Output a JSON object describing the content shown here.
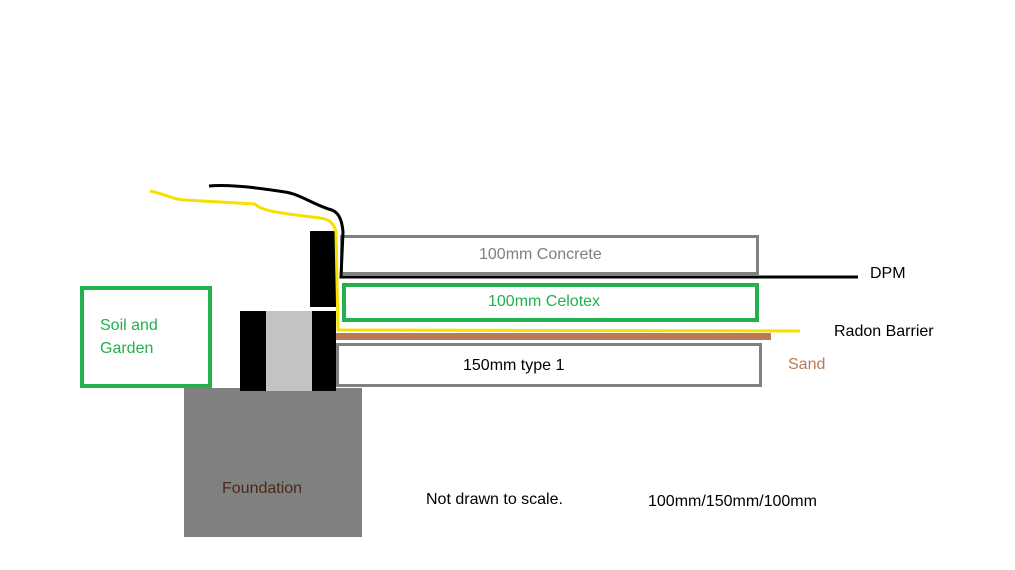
{
  "labels": {
    "concrete": "100mm Concrete",
    "celotex": "100mm Celotex",
    "type1": "150mm type 1",
    "soil_line1": "Soil and",
    "soil_line2": "Garden",
    "foundation": "Foundation",
    "dpm": "DPM",
    "radon": "Radon Barrier",
    "sand": "Sand",
    "note": "Not drawn to scale.",
    "dims": "100mm/150mm/100mm"
  },
  "colors": {
    "concrete_border": "#808080",
    "concrete_text": "#7f7f7f",
    "celotex_border": "#22b14c",
    "celotex_text": "#22b14c",
    "soil_border": "#22b14c",
    "soil_text": "#22b14c",
    "type1_border": "#808080",
    "foundation_fill": "#808080",
    "foundation_text": "#4a2a1a",
    "sand_fill": "#b97a57",
    "sand_text": "#b97a57",
    "dpm_line": "#000000",
    "radon_line": "#f5e000",
    "block_dark": "#000000",
    "block_light": "#c3c3c3",
    "text_default": "#000000"
  }
}
